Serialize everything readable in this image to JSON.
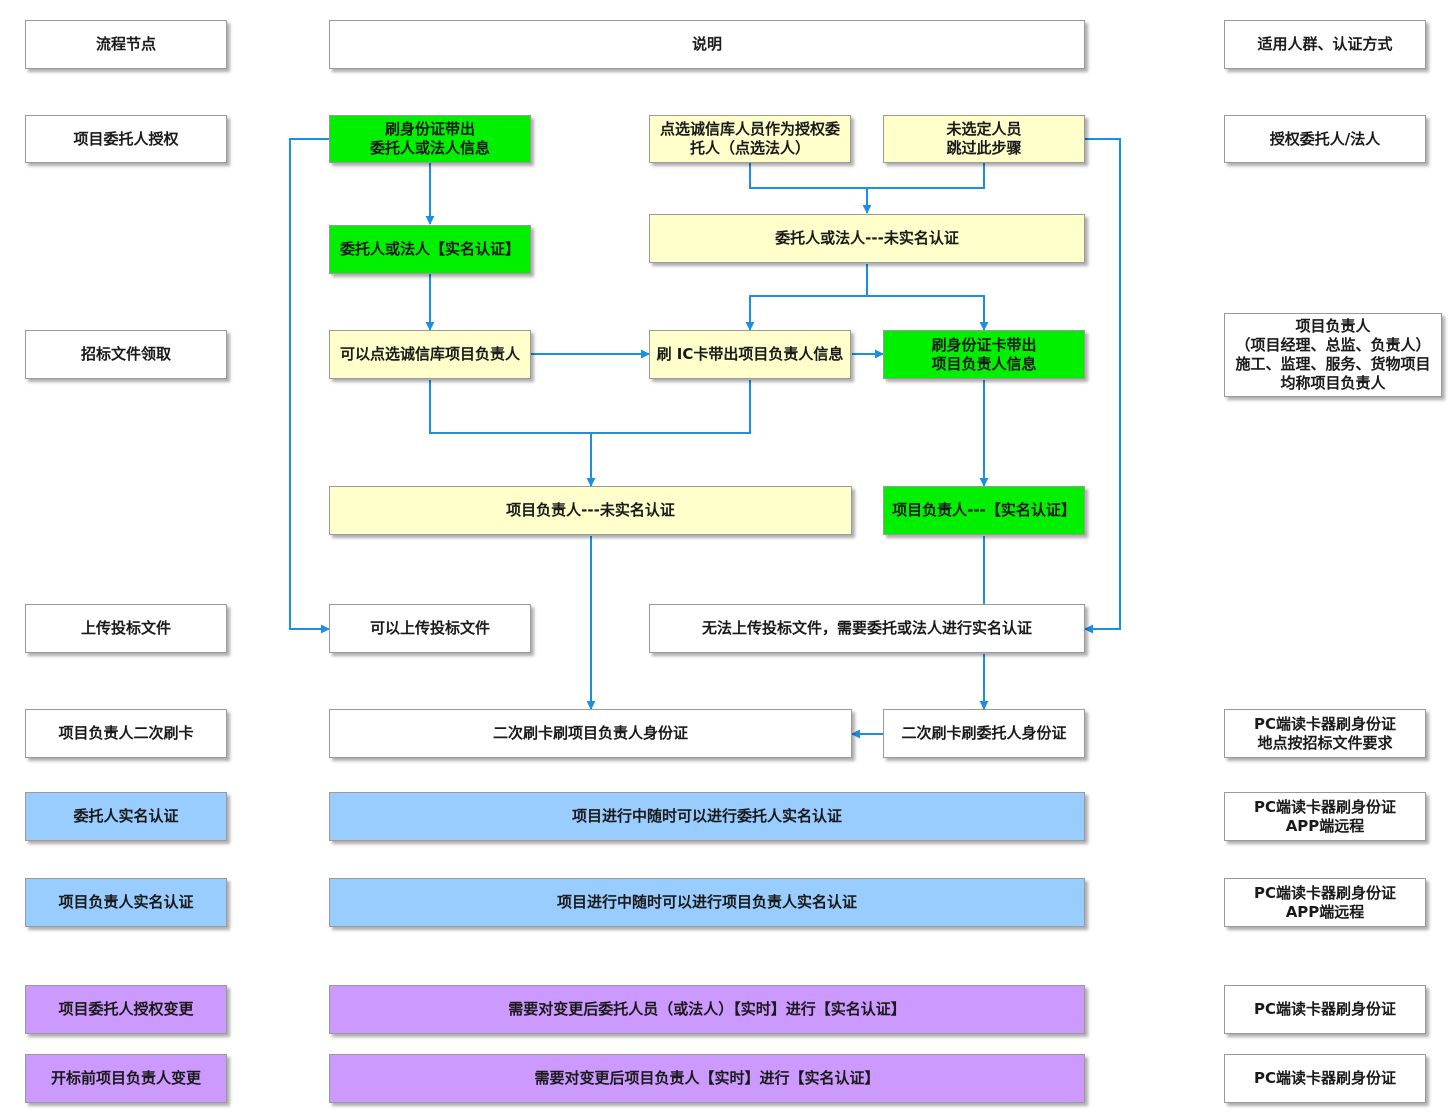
{
  "header": {
    "node": "流程节点",
    "desc": "说明",
    "who": "适用人群、认证方式"
  },
  "stages": {
    "s1": "项目委托人授权",
    "s2": "招标文件领取",
    "s3": "上传投标文件",
    "s4": "项目负责人二次刷卡",
    "s5": "委托人实名认证",
    "s6": "项目负责人实名认证",
    "s7": "项目委托人授权变更",
    "s8": "开标前项目负责人变更"
  },
  "flow": {
    "swipe_id_principal": "刷身份证带出\n委托人或法人信息",
    "select_credit_principal": "点选诚信库人员作为授权委\n托人（点选法人）",
    "no_person_skip": "未选定人员\n跳过此步骤",
    "principal_not_verified": "委托人或法人---未实名认证",
    "principal_verified": "委托人或法人【实名认证】",
    "select_credit_manager": "可以点选诚信库项目负责人",
    "swipe_ic_manager": "刷 IC卡带出项目负责人信息",
    "swipe_id_manager": "刷身份证卡带出\n项目负责人信息",
    "manager_not_verified": "项目负责人---未实名认证",
    "manager_verified": "项目负责人---【实名认证】",
    "can_upload": "可以上传投标文件",
    "cannot_upload": "无法上传投标文件，需要委托或法人进行实名认证",
    "second_swipe_manager": "二次刷卡刷项目负责人身份证",
    "second_swipe_principal": "二次刷卡刷委托人身份证",
    "anytime_principal": "项目进行中随时可以进行委托人实名认证",
    "anytime_manager": "项目进行中随时可以进行项目负责人实名认证",
    "change_principal": "需要对变更后委托人员（或法人）【实时】进行【实名认证】",
    "change_manager": "需要对变更后项目负责人【实时】进行【实名认证】"
  },
  "notes": {
    "n1": "授权委托人/法人",
    "n2": "项目负责人\n（项目经理、总监、负责人）\n施工、监理、服务、货物项目\n均称项目负责人",
    "n4": "PC端读卡器刷身份证\n地点按招标文件要求",
    "n5": "PC端读卡器刷身份证\nAPP端远程",
    "n6": "PC端读卡器刷身份证\nAPP端远程",
    "n7": "PC端读卡器刷身份证",
    "n8": "PC端读卡器刷身份证"
  },
  "colors": {
    "connector": "#1a8fe3",
    "green": "#00f000",
    "yellow": "#ffffcc",
    "blue": "#99ccff",
    "purple": "#cc99ff"
  }
}
